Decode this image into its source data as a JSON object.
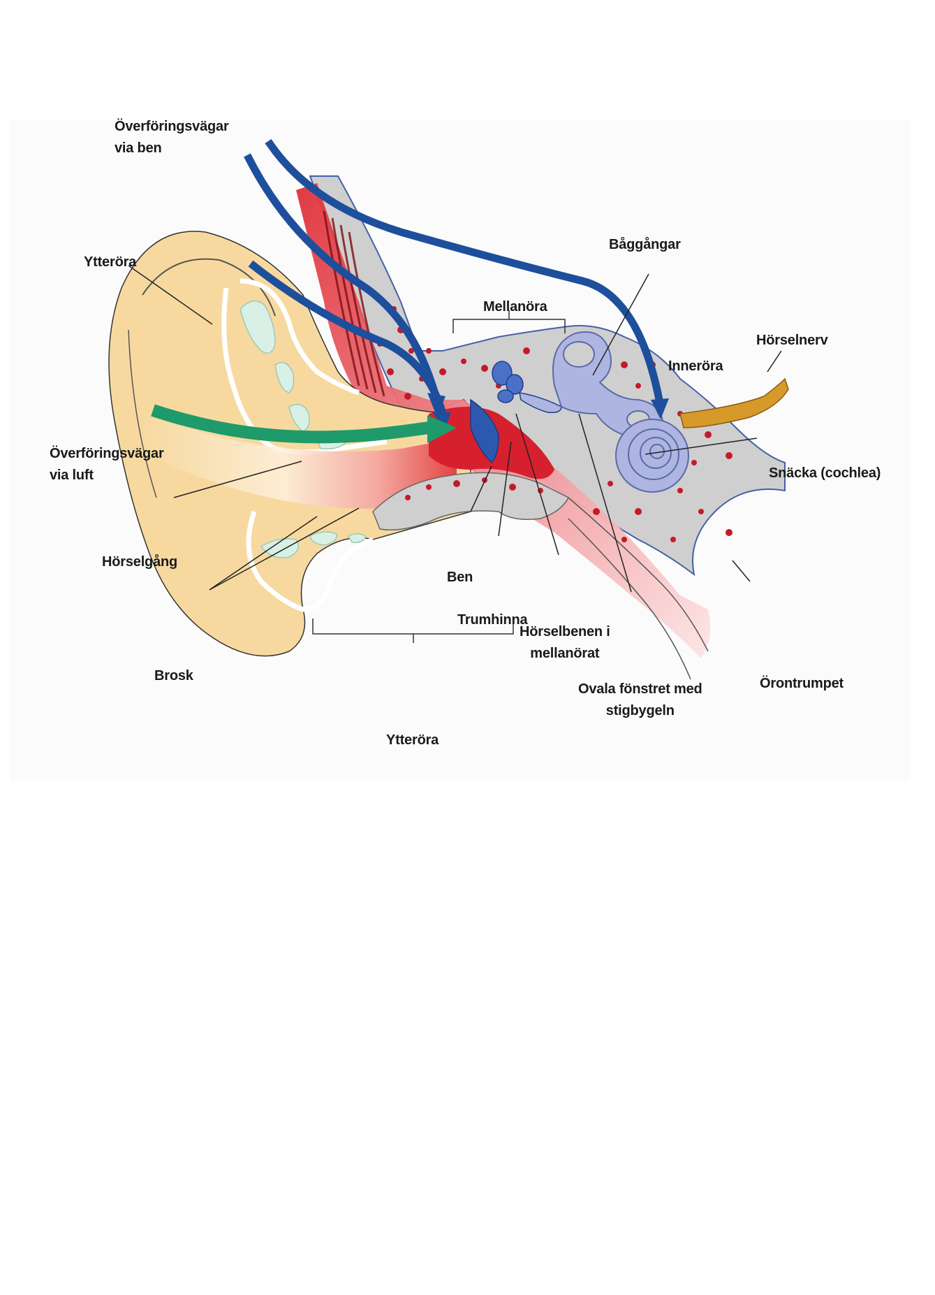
{
  "labels": {
    "bone_conduction": "Överföringsvägar\nvia ben",
    "outer_ear_top": "Ytteröra",
    "semicircular_canals": "Båggångar",
    "middle_ear": "Mellanöra",
    "auditory_nerve": "Hörselnerv",
    "inner_ear": "Inneröra",
    "air_conduction": "Överföringsvägar\nvia luft",
    "cochlea": "Snäcka (cochlea)",
    "ear_canal": "Hörselgång",
    "bone": "Ben",
    "eardrum": "Trumhinna",
    "ossicles": "Hörselbenen i\nmellanörat",
    "cartilage": "Brosk",
    "eustachian_tube": "Örontrumpet",
    "oval_window": "Ovala fönstret med\nstigbygeln",
    "outer_ear_bottom": "Ytteröra"
  },
  "colors": {
    "skin": "#f7d9a0",
    "cartilage": "#d9f0e6",
    "bone_grey": "#c8c8c8",
    "tissue_red": "#d7202e",
    "bone_arrows": "#1d4f9c",
    "air_arrow": "#1f9a6a",
    "inner_ear": "#aeb5e0",
    "nerve": "#d69a2a"
  }
}
